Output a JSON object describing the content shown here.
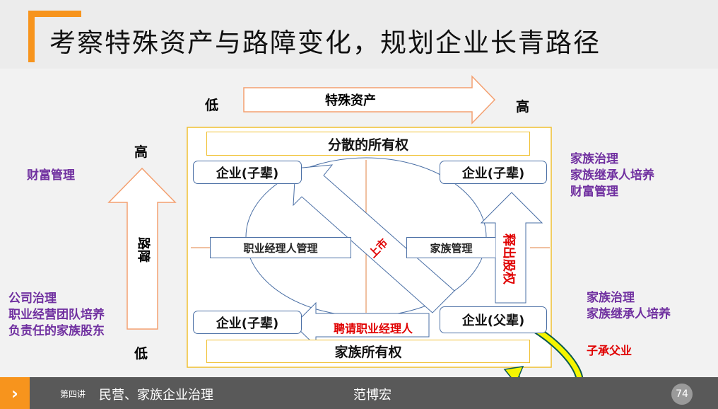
{
  "title": "考察特殊资产与路障变化，规划企业长青路径",
  "top_axis": {
    "low": "低",
    "label": "特殊资产",
    "high": "高"
  },
  "left_axis": {
    "high": "高",
    "label": "路障",
    "low": "低"
  },
  "left_notes": {
    "top": "财富管理",
    "bottom": [
      "公司治理",
      "职业经营团队培养",
      "负责任的家族股东"
    ]
  },
  "right_notes": {
    "top": [
      "家族治理",
      "家族继承人培养",
      "财富管理"
    ],
    "bottom": [
      "家族治理",
      "家族继承人培养"
    ],
    "succession": "子承父业"
  },
  "diagram": {
    "top_bar": "分散的所有权",
    "bottom_bar": "家族所有权",
    "tl": "企业(子辈)",
    "tr": "企业(子辈)",
    "bl": "企业(子辈)",
    "br": "企业(父辈)",
    "left_mid": "职业经理人管理",
    "right_mid": "家族管理",
    "diag_arrow": "上市",
    "up_arrow": "释出股权",
    "left_arrow": "聘请职业经理人"
  },
  "footer": {
    "icon": "chevron-right-icon",
    "lecture": "第四讲",
    "course": "民营、家族企业治理",
    "author": "范博宏",
    "page": "74"
  },
  "colors": {
    "accent": "#f7941d",
    "purple": "#7030a0",
    "red": "#e00000",
    "footer": "#595959"
  }
}
